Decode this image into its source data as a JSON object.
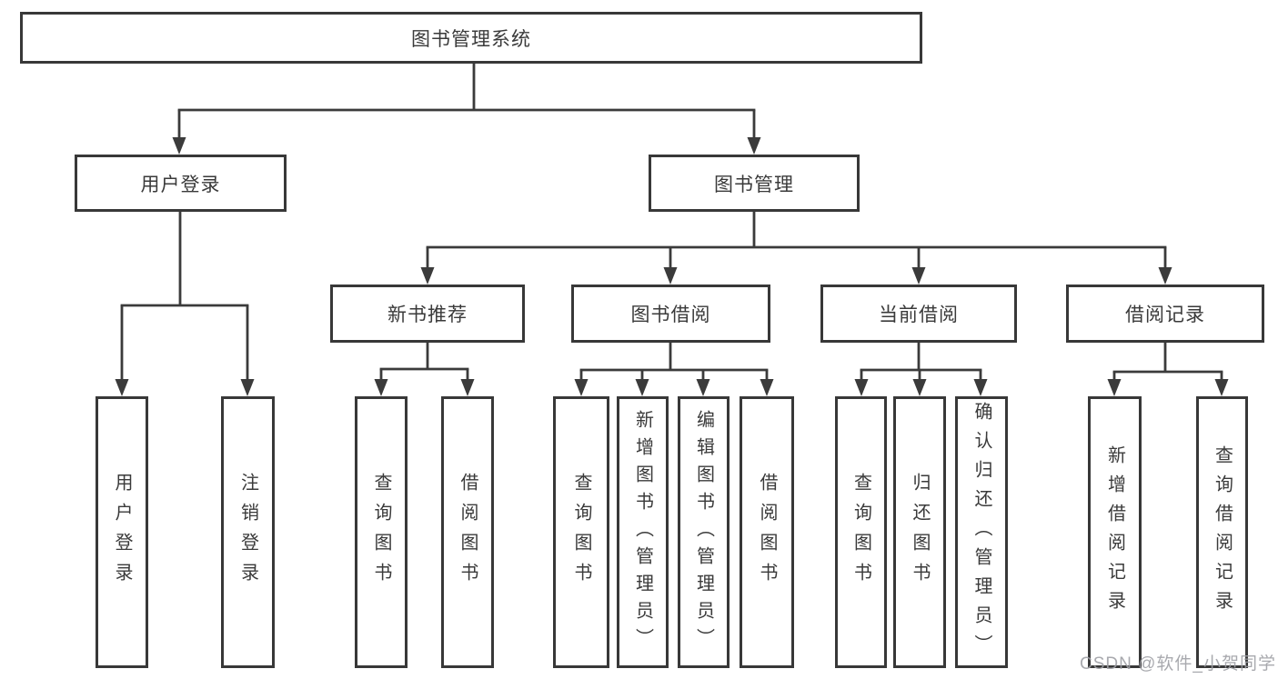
{
  "root": {
    "label": "图书管理系统"
  },
  "level2": {
    "user_login": {
      "label": "用户登录"
    },
    "book_mgmt": {
      "label": "图书管理"
    }
  },
  "level3": {
    "new_books": {
      "label": "新书推荐"
    },
    "book_borrow": {
      "label": "图书借阅"
    },
    "current_borrow": {
      "label": "当前借阅"
    },
    "borrow_records": {
      "label": "借阅记录"
    }
  },
  "leaves": {
    "user_login": {
      "label": "用户登录"
    },
    "logout": {
      "label": "注销登录"
    },
    "nb_query": {
      "label": "查询图书"
    },
    "nb_borrow": {
      "label": "借阅图书"
    },
    "bw_query": {
      "label": "查询图书"
    },
    "bw_add": {
      "label": "新增图书（管理员）"
    },
    "bw_edit": {
      "label": "编辑图书（管理员）"
    },
    "bw_borrow": {
      "label": "借阅图书"
    },
    "cur_query": {
      "label": "查询图书"
    },
    "cur_return": {
      "label": "归还图书"
    },
    "cur_confirm": {
      "label": "确认归还（管理员）"
    },
    "rec_add": {
      "label": "新增借阅记录"
    },
    "rec_query": {
      "label": "查询借阅记录"
    }
  },
  "watermark": {
    "text": "CSDN @软件_小贺同学"
  },
  "colors": {
    "line": "#3b3b3b",
    "border": "#383838",
    "text": "#3a3a3a",
    "background": "#ffffff",
    "watermark": "#9ea0a5"
  }
}
